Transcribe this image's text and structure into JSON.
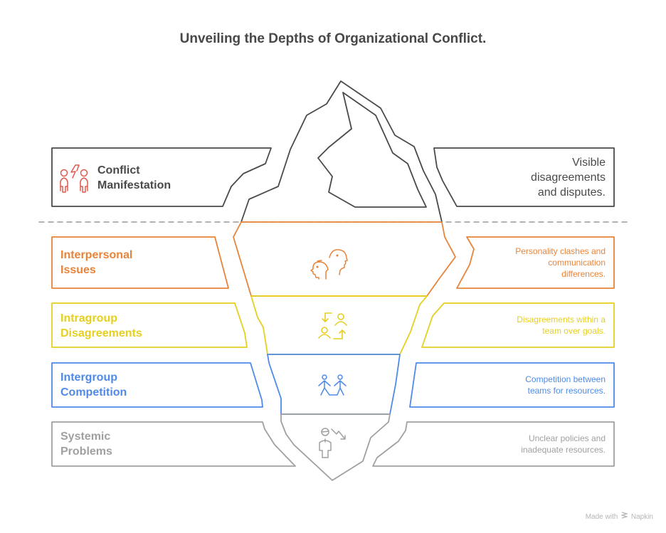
{
  "title": "Unveiling the Depths of Organizational Conflict.",
  "colors": {
    "top": "#4a4a4a",
    "interpersonal": "#e8843a",
    "intragroup": "#e6cf1f",
    "intergroup": "#4f8ae8",
    "systemic": "#a0a0a0",
    "waterline": "#999999"
  },
  "layers": [
    {
      "id": "conflict-manifestation",
      "label_line1": "Conflict",
      "label_line2": "Manifestation",
      "description_lines": [
        "Visible",
        "disagreements",
        "and disputes."
      ],
      "icon": "conflict-people-lightning-icon",
      "color": "#4a4a4a"
    },
    {
      "id": "interpersonal-issues",
      "label_line1": "Interpersonal",
      "label_line2": "Issues",
      "description_lines": [
        "Personality clashes and",
        "communication",
        "differences."
      ],
      "icon": "two-heads-icon",
      "color": "#e8843a"
    },
    {
      "id": "intragroup-disagreements",
      "label_line1": "Intragroup",
      "label_line2": "Disagreements",
      "description_lines": [
        "Disagreements within a",
        "team over goals."
      ],
      "icon": "people-exchange-icon",
      "color": "#e6cf1f"
    },
    {
      "id": "intergroup-competition",
      "label_line1": "Intergroup",
      "label_line2": "Competition",
      "description_lines": [
        "Competition between",
        "teams for resources."
      ],
      "icon": "people-holding-hands-icon",
      "color": "#4f8ae8"
    },
    {
      "id": "systemic-problems",
      "label_line1": "Systemic",
      "label_line2": "Problems",
      "description_lines": [
        "Unclear policies and",
        "inadequate resources."
      ],
      "icon": "person-decline-icon",
      "color": "#a0a0a0"
    }
  ],
  "footer": {
    "prefix": "Made with",
    "brand": "Napkin"
  }
}
